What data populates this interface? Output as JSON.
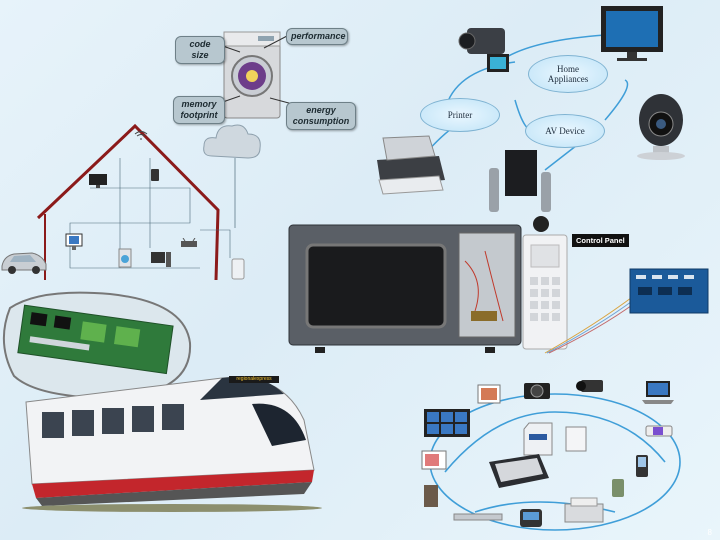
{
  "washer_panel": {
    "code_size": "code size",
    "performance": "performance",
    "memory_footprint": "memory\nfootprint",
    "energy_consumption": "energy\nconsumption"
  },
  "home_network": {
    "home_appliances": "Home\nAppliances",
    "printer": "Printer",
    "av_device": "AV Device"
  },
  "control_panel": {
    "label": "Control Panel"
  },
  "train": {
    "destination": "regionalexpress"
  },
  "slide": {
    "page_number": "8"
  }
}
